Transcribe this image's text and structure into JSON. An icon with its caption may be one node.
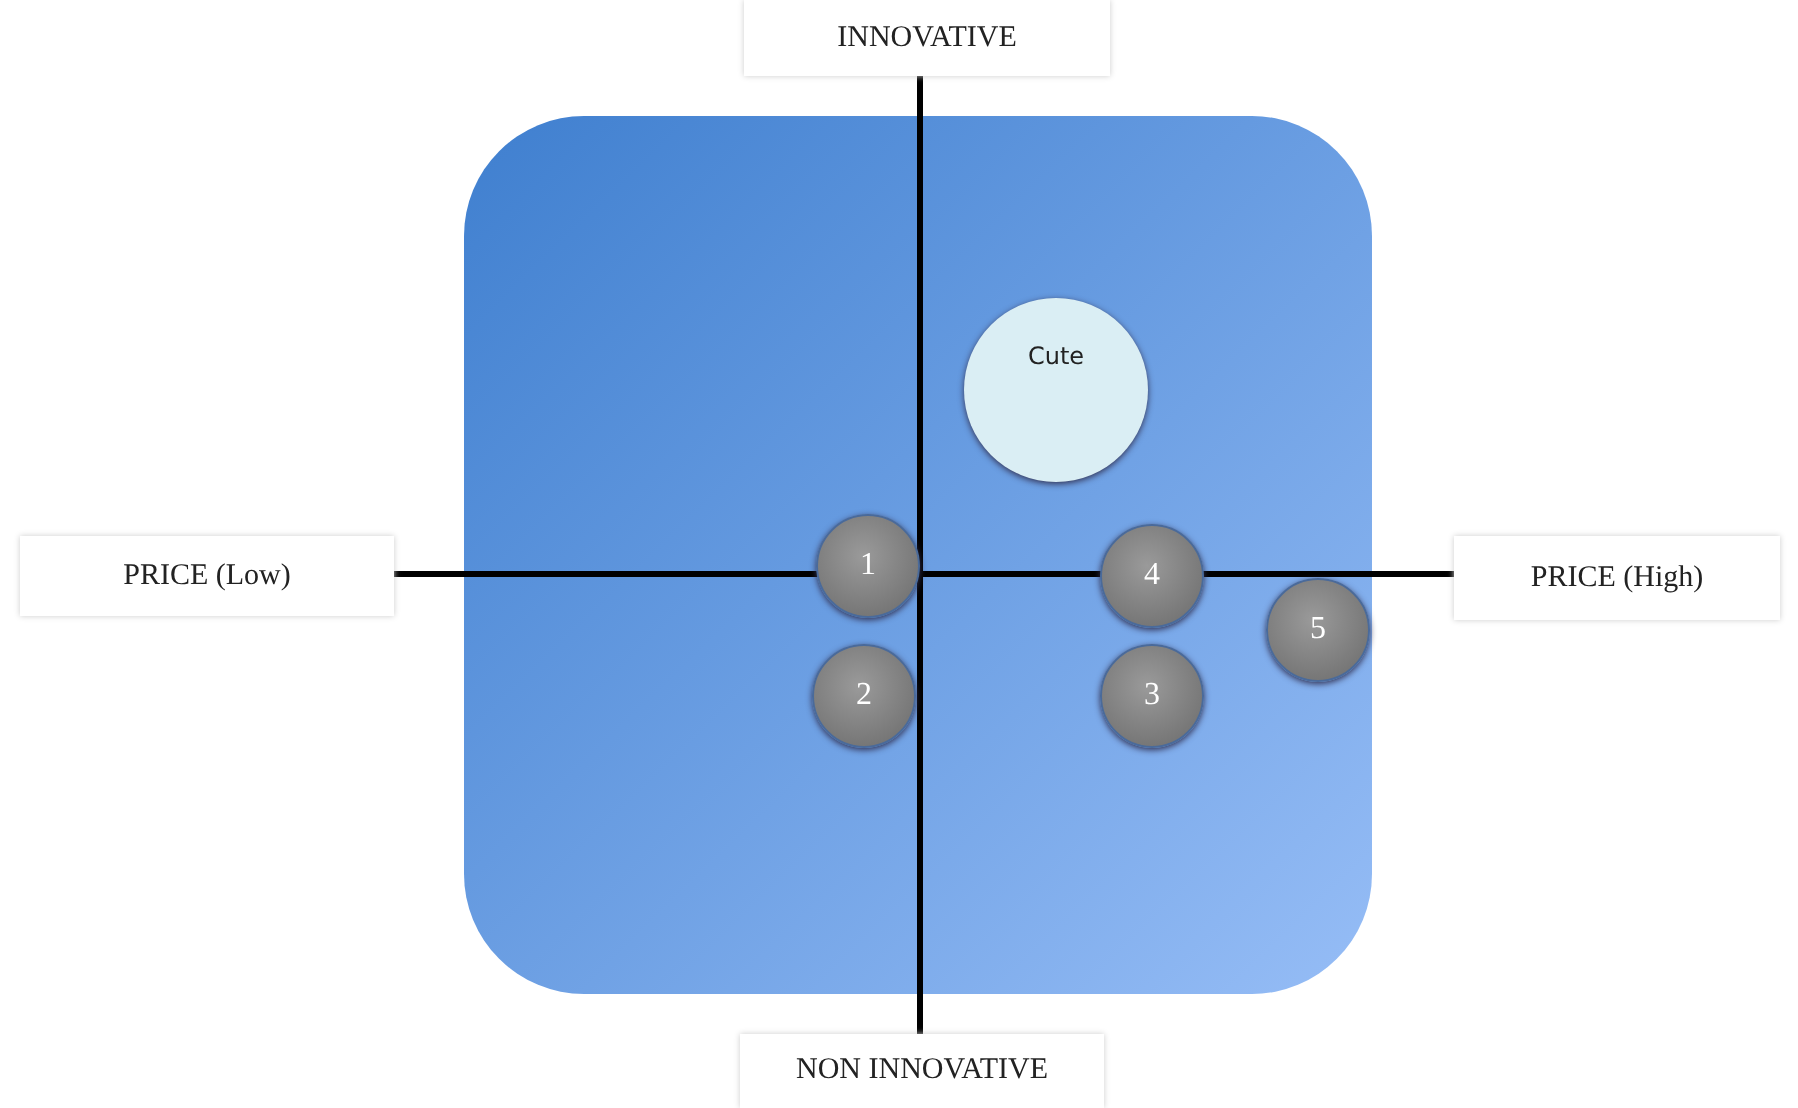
{
  "diagram": {
    "nodes": [
      {
        "text": [
          "INNOVATIVE"
        ]
      },
      {
        "text": [
          "Cute"
        ]
      },
      {
        "text": [
          "PRICE (Low)"
        ]
      },
      {
        "text": [
          "1"
        ]
      },
      {
        "text": [
          "4"
        ]
      },
      {
        "text": [
          "PRICE (High)"
        ]
      },
      {
        "text": [
          "5"
        ]
      },
      {
        "text": [
          "2"
        ]
      },
      {
        "text": [
          "3"
        ]
      },
      {
        "text": [
          "NON INNOVATIVE"
        ]
      }
    ]
  }
}
